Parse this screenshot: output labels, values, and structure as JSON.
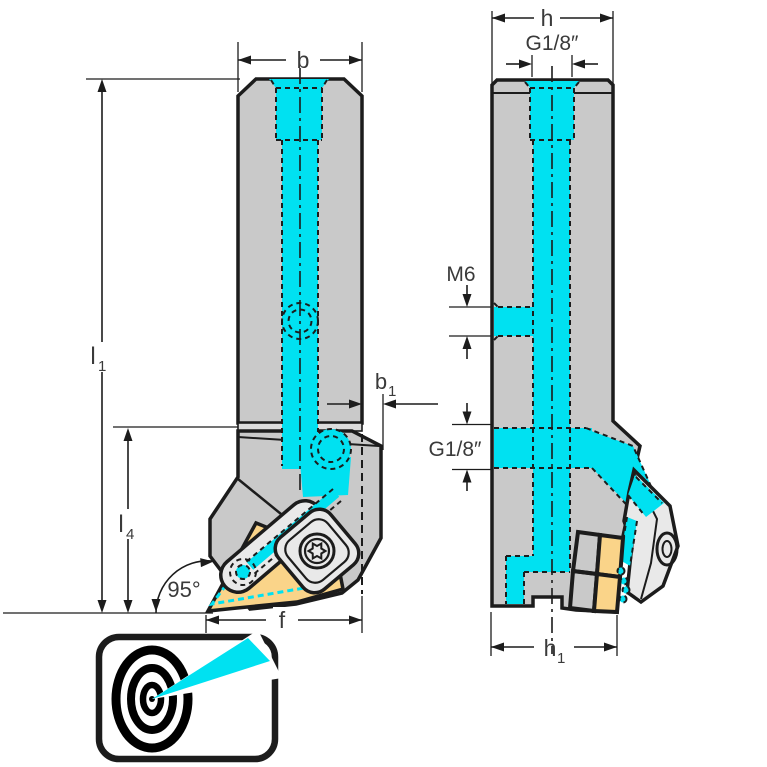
{
  "colors": {
    "body_gray": "#c9c9c9",
    "band_gray": "#dcdcdc",
    "clamp_gray": "#e9e9e9",
    "coolant_cyan": "#00e1f1",
    "insert_yellow": "#fad489",
    "outline": "#1c1c1c",
    "label_color": "#3a3a3a"
  },
  "front_view": {
    "dim_b": "b",
    "dim_l1": {
      "main": "l",
      "sub": "1"
    },
    "dim_l4": {
      "main": "l",
      "sub": "4"
    },
    "dim_b1": {
      "main": "b",
      "sub": "1"
    },
    "dim_f": "f",
    "angle": "95°"
  },
  "side_view": {
    "dim_h": "h",
    "dim_g18_top": "G1/8″",
    "dim_m6": "M6",
    "dim_g18_side": "G1/8″",
    "dim_h1": {
      "main": "h",
      "sub": "1"
    }
  }
}
